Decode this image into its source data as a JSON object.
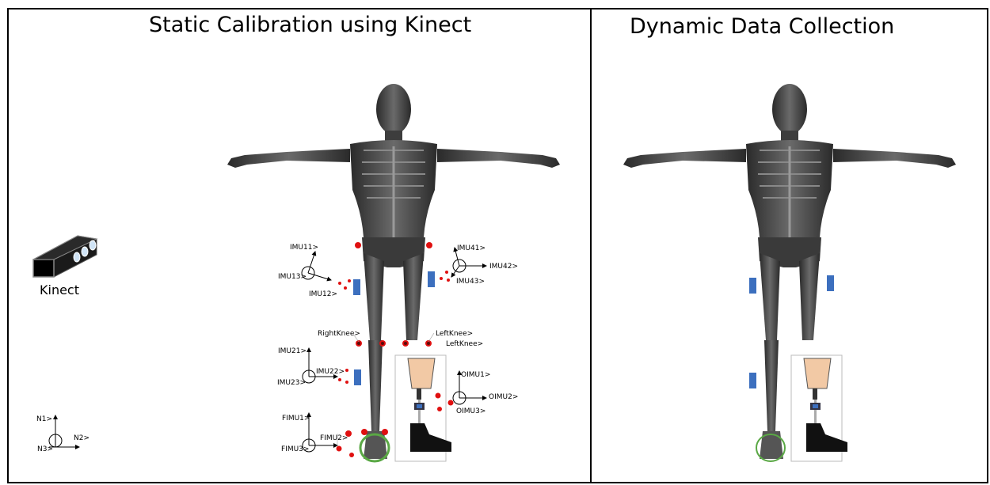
{
  "panels": {
    "left_title": "Static Calibration using Kinect",
    "right_title": "Dynamic Data Collection"
  },
  "kinect_label": "Kinect",
  "frame_labels": {
    "n1": "N1>",
    "n2": "N2>",
    "n3": "N3>",
    "imu11": "IMU11>",
    "imu12": "IMU12>",
    "imu13": "IMU13>",
    "imu41": "IMU41>",
    "imu42": "IMU42>",
    "imu43": "IMU43>",
    "right_knee": "RightKnee>",
    "left_knee_1": "LeftKnee>",
    "left_knee_2": "LeftKnee>",
    "imu21": "IMU21>",
    "imu22": "IMU22>",
    "imu23": "IMU23>",
    "oimu1": "OIMU1>",
    "oimu2": "OIMU2>",
    "oimu3": "OIMU3>",
    "fimu1": "FIMU1>",
    "fimu2": "FIMU2>",
    "fimu3": "FIMU3>"
  },
  "colors": {
    "skeleton_body": "#4a4a4a",
    "sensor": "#3c6fbe",
    "marker": "#e01010",
    "prosthetic_socket": "#f2c9a5",
    "foot_plate": "#5aa845"
  }
}
